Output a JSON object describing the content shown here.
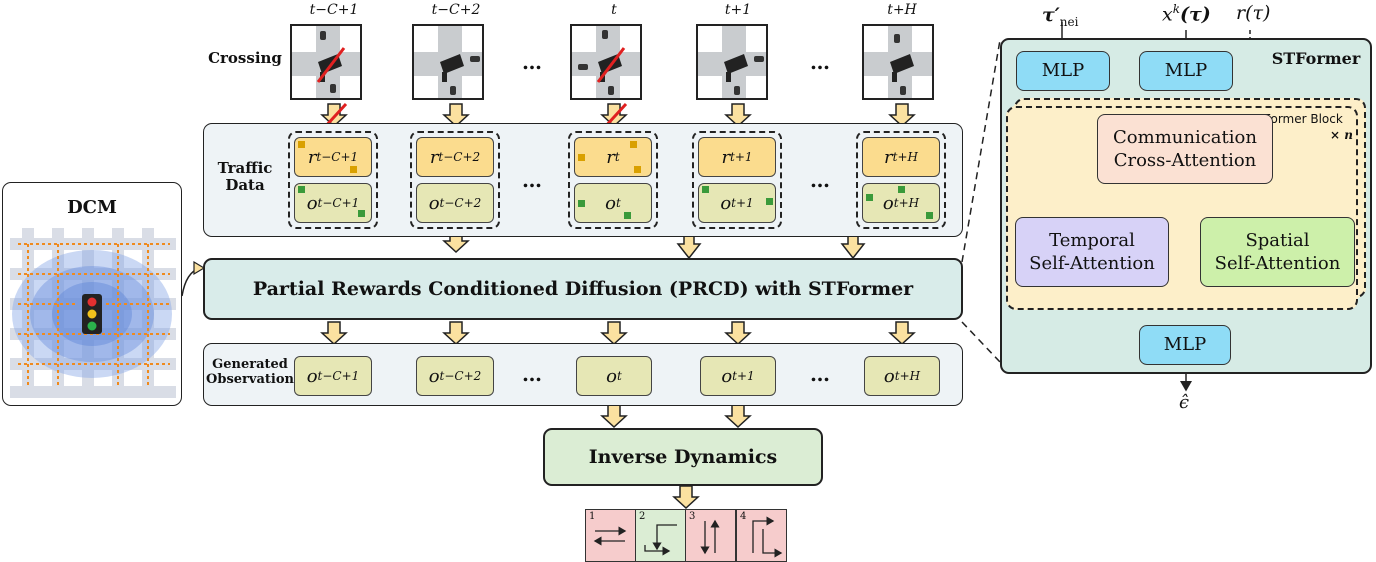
{
  "crossing": {
    "label": "Crossing",
    "times": [
      "t−C+1",
      "t−C+2",
      "t",
      "t+1",
      "t+H"
    ],
    "ellipsis": "…"
  },
  "traffic": {
    "label_line1": "Traffic",
    "label_line2": "Data",
    "r_labels": [
      "r",
      "r",
      "r",
      "r",
      "r"
    ],
    "r_subs": [
      "t−C+1",
      "t−C+2",
      "t",
      "t+1",
      "t+H"
    ],
    "o_labels": [
      "o",
      "o",
      "o",
      "o",
      "o"
    ],
    "o_subs": [
      "t−C+1",
      "t−C+2",
      "t",
      "t+1",
      "t+H"
    ]
  },
  "prcd": {
    "label": "Partial Rewards Conditioned Diffusion (PRCD) with STFormer"
  },
  "generated": {
    "label_line1": "Generated",
    "label_line2": "Observation",
    "o_labels": [
      "o",
      "o",
      "o",
      "o",
      "o"
    ],
    "o_subs": [
      "t−C+1",
      "t−C+2",
      "t",
      "t+1",
      "t+H"
    ]
  },
  "inverse": {
    "label": "Inverse Dynamics"
  },
  "phases": [
    "1",
    "2",
    "3",
    "4"
  ],
  "dcm": {
    "label": "DCM"
  },
  "stformer": {
    "title": "STFormer",
    "input_tau": "τ′",
    "input_tau_sub": "nei",
    "input_x": "x",
    "input_x_sup": "k",
    "input_x_arg": "(τ)",
    "input_r": "r(τ)",
    "mlp_label": "MLP",
    "former_block": "Former Block",
    "times_n": "× n",
    "comm_line1": "Communication",
    "comm_line2": "Cross-Attention",
    "temporal_line1": "Temporal",
    "temporal_line2": "Self-Attention",
    "spatial_line1": "Spatial",
    "spatial_line2": "Self-Attention",
    "output": "ϵ̂"
  },
  "colors": {
    "traffic_panel": "#eef3f6",
    "prcd": "#d9ecea",
    "r_cell": "#fbdc8e",
    "o_cell": "#e6e7b5",
    "inverse": "#dbedd4",
    "stformer_panel": "#d6ebe5",
    "former_block": "#fdefc9",
    "comm": "#fbe1d3",
    "temporal": "#d7d2f7",
    "spatial": "#cdf0aa",
    "mlp": "#8fdcf6",
    "arrow": "#fbe1a0",
    "phase_red": "#f6cccc",
    "phase_green": "#dbedd4"
  }
}
